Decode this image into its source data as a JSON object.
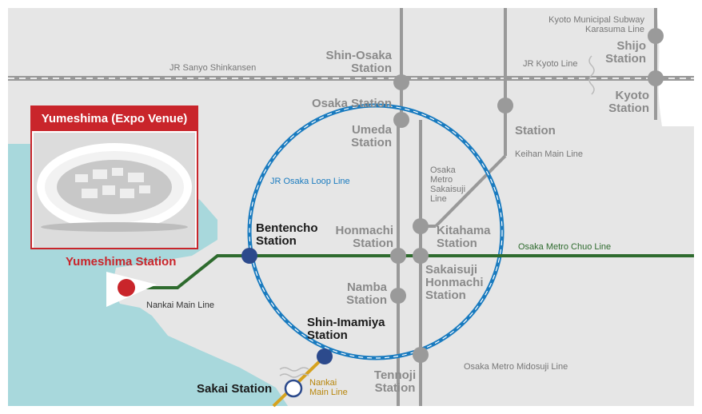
{
  "venue": {
    "title": "Yumeshima (Expo Venue)"
  },
  "lines": {
    "jr_sanyo": "JR Sanyo Shinkansen",
    "jr_kyoto": "JR Kyoto Line",
    "kyoto_subway": "Kyoto Municipal Subway\nKarasuma Line",
    "keihan": "Keihan Main Line",
    "loop": "JR Osaka Loop Line",
    "sakaisuji": "Osaka\nMetro\nSakaisuji\nLine",
    "chuo": "Osaka Metro Chuo Line",
    "midosuji": "Osaka Metro Midosuji Line",
    "nankai_left": "Nankai Main Line",
    "nankai_bottom": "Nankai\nMain Line"
  },
  "stations": {
    "shin_osaka": "Shin-Osaka\nStation",
    "osaka": "Osaka Station",
    "umeda": "Umeda\nStation",
    "keihan_station": "Station",
    "shijo": "Shijo\nStation",
    "kyoto": "Kyoto\nStation",
    "bentencho": "Bentencho\nStation",
    "honmachi": "Honmachi\nStation",
    "kitahama": "Kitahama\nStation",
    "sakaisuji_honmachi": "Sakaisuji\nHonmachi\nStation",
    "namba": "Namba\nStation",
    "yumeshima": "Yumeshima Station",
    "shin_imamiya": "Shin-Imamiya\nStation",
    "tennoji": "Tennoji\nStation",
    "sakai": "Sakai Station"
  },
  "colors": {
    "land": "#e6e6e6",
    "water": "#a8d8dc",
    "loop_line": "#1a7bbf",
    "chuo_line": "#2e6b2e",
    "nankai_line": "#d6a21e",
    "gray_line": "#999999",
    "station_gray": "#9a9a9a",
    "station_blue": "#2c4a8c",
    "yumeshima_red": "#c9252b"
  }
}
